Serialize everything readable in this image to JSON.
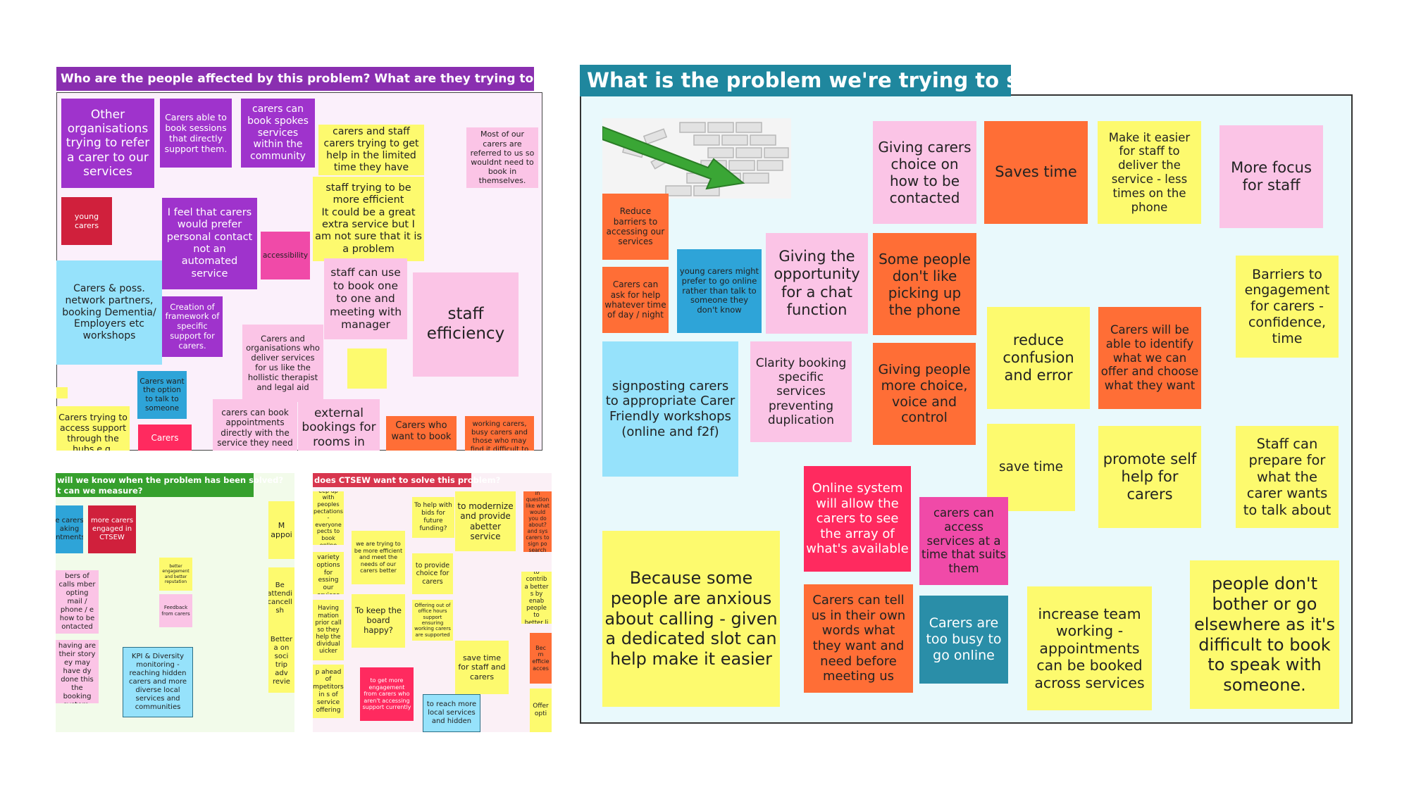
{
  "frames": {
    "people": {
      "title": "Who are the people affected by this problem? What are they trying to do?",
      "title_color": "#8a2fb0",
      "bg": "#fbf0fb"
    },
    "problem": {
      "title": "What is the problem we're trying to solve",
      "title_color": "#1f879e",
      "bg": "#e9f9fc"
    },
    "measure": {
      "title_line1": "will we know when the problem has been solved?",
      "title_line2": "t can we measure?",
      "title_color": "#36a02d",
      "bg": "#f2fbea"
    },
    "why": {
      "title": "does CTSEW want to solve this problem?",
      "title_color": "#d8364e",
      "bg": "#fbf0f6"
    }
  },
  "people_notes": [
    "Other organisations trying to refer a carer to our services",
    "Carers able to book sessions that directly support them.",
    "carers can book spokes services within the community",
    "carers and staff carers trying to get help in the limited time they have",
    "Most of our carers are referred to us so wouldnt need to book in themselves.",
    "young carers",
    "I feel that carers would prefer personal contact not an automated service",
    "accessibility",
    "staff trying to be more efficient\nIt could be a great extra service but I am not sure that it is a problem",
    "Carers & poss. network partners, booking Dementia/ Employers etc workshops",
    "Creation of framework of specific support for carers.",
    "staff can use to book one to one and meeting with manager",
    "staff efficiency",
    "Carers and organisations who deliver services for us like the hollistic therapist and legal aid",
    "Carers want the option to talk to someone",
    "Carers trying to access support through the hubs e.g.",
    "Carers",
    "carers can book appointments directly with the service they need",
    "external bookings for rooms in",
    "Carers who want to book",
    "working carers, busy carers and those who may find it difficult to pick up"
  ],
  "problem_notes": [
    "Reduce barriers to accessing our services",
    "Giving carers choice on how to be contacted",
    "Saves time",
    "Make it easier for staff to deliver the service - less times on the phone",
    "More focus for staff",
    "Carers can ask for help whatever time of day / night",
    "young carers might prefer to go online rather than talk to someone they don't know",
    "Giving the opportunity for a chat function",
    "Some people don't like picking up the phone",
    "Barriers to engagement for carers - confidence, time",
    "reduce confusion and error",
    "Carers will be able to identify what we can offer and choose what they want",
    "signposting carers to appropriate Carer Friendly workshops (online and f2f)",
    "Clarity booking specific services preventing duplication",
    "Giving people more choice, voice and control",
    "save time",
    "promote self help for carers",
    "Staff can prepare for what the carer wants to talk about",
    "Online system will allow the carers to see the array of what's available",
    "carers can access services at a time that suits them",
    "Because some people are anxious about calling - given a dedicated slot can help make it easier",
    "people don't bother or go elsewhere as it's difficult to book to speak with someone.",
    "Carers can tell us in their own words what they want and need before meeting us",
    "Carers are too busy to go online",
    "increase team working - appointments can be booked across services"
  ],
  "measure_notes": [
    "e carers aking intments",
    "more carers engaged in CTSEW",
    "M appoi",
    "bers of calls mber opting mail / phone / e how to be ontacted",
    "better engagement and better reputation",
    "Be attendi cancell sh",
    "Feedback from carers",
    "rs not having are their story ey may have dy done this the booking system.",
    "KPI & Diversity monitoring - reaching hidden carers and more diverse local services and communities",
    "Better a on soci trip adv revie"
  ],
  "why_notes": [
    "eep up with peoples pectations - everyone pects to book online",
    "To help with bids for future funding?",
    "to modernize and provide abetter service",
    "system could allo add in question like what would you do about? and sys carers to sign po search in advanc calls",
    "we are trying to be more efficient and meet the needs of our carers better",
    "o a variety options for essing our ervices",
    "to provide choice for carers",
    "Having mation prior call so they help the dividual uicker",
    "To keep the board happy?",
    "Offering out of office hours support ensuring working carers are supported",
    "to contrib a better s by enab people to better li",
    "save time for staff and carers",
    "Bec m efficie acces",
    "p ahead of mpetitors in s of service offering",
    "to get more engagement from carers who aren't accessing support currently",
    "to reach more local services and hidden",
    "Offer opti"
  ]
}
